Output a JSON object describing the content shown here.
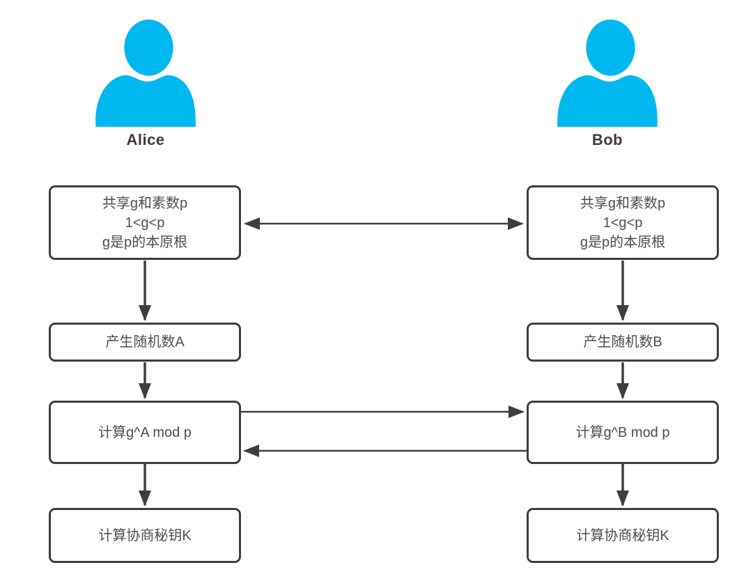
{
  "colors": {
    "actor": "#00b8f0",
    "stroke": "#3e3e3e",
    "text": "#4e4e4e",
    "background": "#ffffff"
  },
  "actors": {
    "alice": {
      "name": "Alice"
    },
    "bob": {
      "name": "Bob"
    }
  },
  "nodes": {
    "alice": [
      {
        "line1": "共享g和素数p",
        "line2": "1<g<p",
        "line3": "g是p的本原根"
      },
      {
        "line1": "产生随机数A"
      },
      {
        "line1": "计算g^A mod p"
      },
      {
        "line1": "计算协商秘钥K"
      }
    ],
    "bob": [
      {
        "line1": "共享g和素数p",
        "line2": "1<g<p",
        "line3": "g是p的本原根"
      },
      {
        "line1": "产生随机数B"
      },
      {
        "line1": "计算g^B mod p"
      },
      {
        "line1": "计算协商秘钥K"
      }
    ]
  }
}
